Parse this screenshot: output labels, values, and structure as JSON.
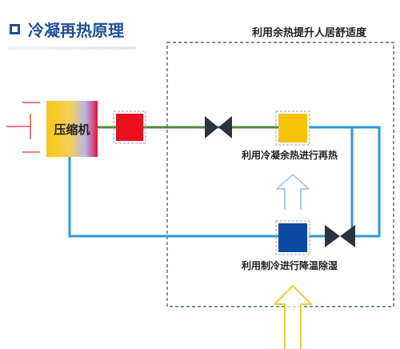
{
  "title": "冷凝再热原理",
  "region_label": "利用余热提升人居舒适度",
  "compressor_label": "压缩机",
  "reheat_label": "利用冷凝余热进行再热",
  "cool_label": "利用制冷进行降温除湿",
  "colors": {
    "title": "#1f4e9c",
    "pipe_blue": "#2a9ad8",
    "pipe_green": "#4d8a3a",
    "valve": "#2b3340",
    "red_block": "#e8101c",
    "yellow_block": "#f7c20a",
    "blue_block": "#0b4aa2",
    "left_lines": "#d9333f"
  }
}
